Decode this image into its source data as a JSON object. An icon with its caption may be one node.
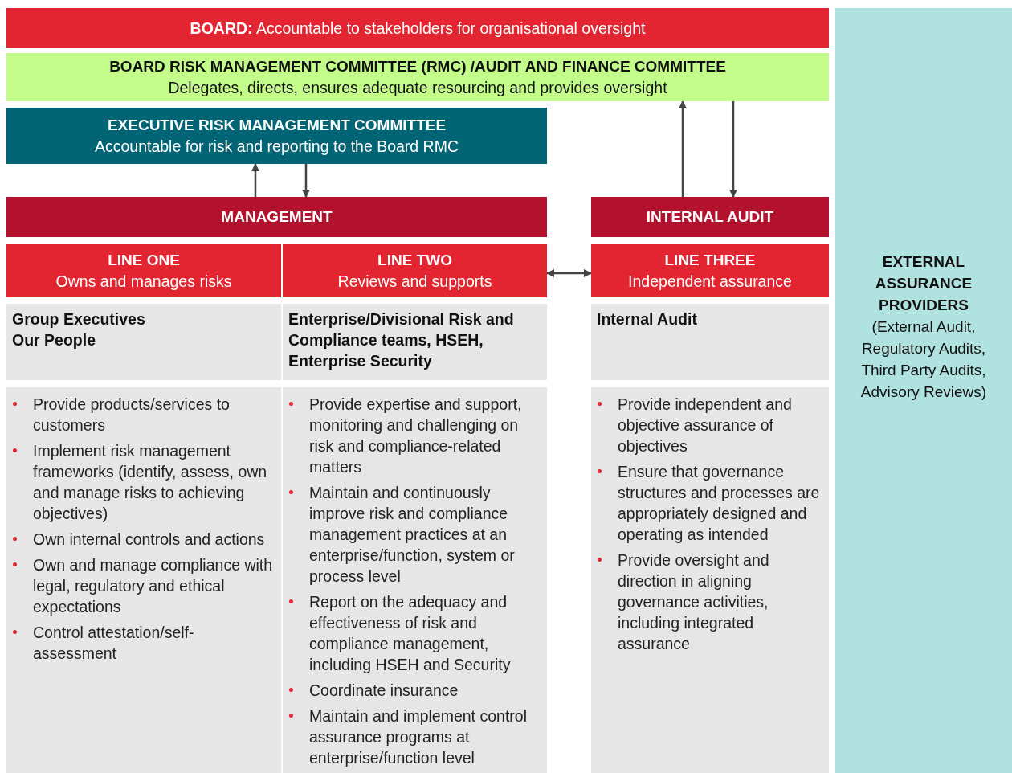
{
  "diagram": {
    "nodes": [
      {
        "text": [
          "**BOARD:** Accountable to stakeholders for organisational oversight"
        ]
      },
      {
        "text": [
          "BOARD RISK MANAGEMENT COMMITTEE (RMC) /AUDIT AND FINANCE COMMITTEE",
          "Delegates, directs, ensures adequate resourcing and provides oversight"
        ]
      },
      {
        "text": [
          "EXECUTIVE RISK MANAGEMENT COMMITTEE",
          "Accountable for risk and reporting to the Board RMC"
        ]
      },
      {
        "text": [
          "MANAGEMENT"
        ]
      },
      {
        "text": [
          "INTERNAL AUDIT"
        ]
      },
      {
        "text": [
          "LINE ONE",
          "Owns and manages risks"
        ]
      },
      {
        "text": [
          "LINE TWO",
          "Reviews and supports"
        ]
      },
      {
        "text": [
          "LINE THREE",
          "Independent assurance"
        ]
      },
      {
        "text": [
          "Group Executives",
          "Our People"
        ]
      },
      {
        "text": [
          "Enterprise/Divisional Risk and Compliance teams, HSEH, Enterprise Security"
        ]
      },
      {
        "text": [
          "Internal Audit"
        ]
      },
      {
        "text": [
          "Provide products/services to customers",
          "Implement risk management frameworks (identify, assess, own and manage risks to achieving objectives)",
          "Own internal controls and actions",
          "Own and manage compliance with legal, regulatory and ethical expectations",
          "Control attestation/self-assessment"
        ]
      },
      {
        "text": [
          "Provide expertise and support, monitoring and challenging on risk and compliance-related matters",
          "Maintain and continuously improve risk and compliance management practices at an enterprise/function, system or process level",
          "Report on the adequacy and effectiveness of risk and compliance management, including HSEH and Security",
          "Coordinate insurance",
          "Maintain and implement control assurance programs at enterprise/function level"
        ]
      },
      {
        "text": [
          "Provide independent and objective assurance of objectives",
          "Ensure that governance structures and processes are appropriately designed and operating as intended",
          "Provide oversight and direction in aligning governance activities, including integrated assurance"
        ]
      },
      {
        "text": [
          "EXTERNAL ASSURANCE PROVIDERS",
          "(External Audit, Regulatory Audits, Third Party Audits, Advisory Reviews)"
        ]
      }
    ],
    "edges": [
      {
        "from": 3,
        "to": 2,
        "arrow": "to"
      },
      {
        "from": 2,
        "to": 3,
        "arrow": "to"
      },
      {
        "from": 4,
        "to": 1,
        "arrow": "to"
      },
      {
        "from": 1,
        "to": 4,
        "arrow": "to"
      },
      {
        "from": 6,
        "to": 7,
        "arrow": "both"
      }
    ]
  }
}
